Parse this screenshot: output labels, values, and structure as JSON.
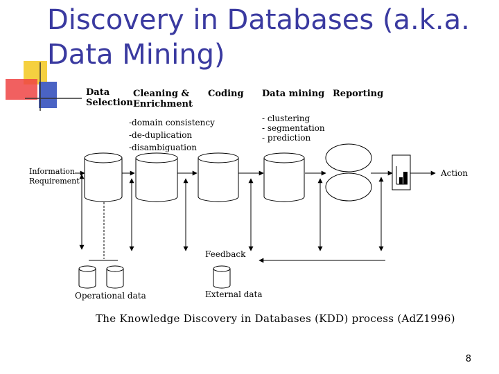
{
  "slide": {
    "title": "Discovery in Databases (a.k.a.\nData Mining)",
    "page_number": "8",
    "accent_colors": {
      "yellow": "#f5d040",
      "red": "#ee4444",
      "blue": "#4a63c4",
      "line": "#333333"
    }
  },
  "diagram": {
    "stages": [
      {
        "id": "selection",
        "label": "Data\nSelection"
      },
      {
        "id": "cleaning",
        "label": "Cleaning &\nEnrichment"
      },
      {
        "id": "coding",
        "label": "Coding"
      },
      {
        "id": "mining",
        "label": "Data mining"
      },
      {
        "id": "reporting",
        "label": "Reporting"
      }
    ],
    "cleaning_tasks": [
      "-domain consistency",
      "-de-duplication",
      "-disambiguation"
    ],
    "mining_tasks": [
      "- clustering",
      "- segmentation",
      "- prediction"
    ],
    "labels": {
      "information_requirement": "Information\nRequirement",
      "action": "Action",
      "feedback": "Feedback",
      "operational_data": "Operational data",
      "external_data": "External data"
    },
    "caption": "The Knowledge Discovery in Databases (KDD) process (AdZ1996)"
  }
}
